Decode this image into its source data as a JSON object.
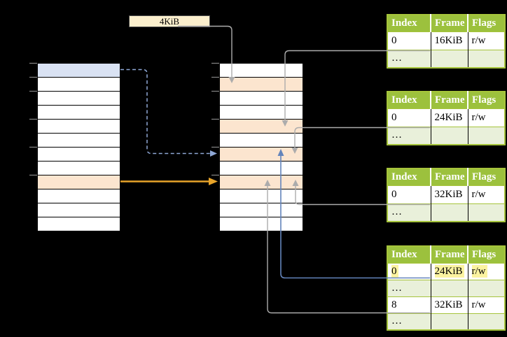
{
  "diagram": {
    "free_frame_label": "4KiB",
    "left_column": {
      "rows": 12,
      "blue_row_index": 0,
      "orange_row_index": 8,
      "tick_y_positions": [
        90,
        110,
        130,
        170,
        210,
        250
      ]
    },
    "middle_column": {
      "rows": 12,
      "orange_row_indexes": [
        1,
        4,
        6,
        8
      ],
      "tick_y_positions": [
        90,
        110,
        130,
        170,
        210,
        250
      ]
    }
  },
  "tables": [
    {
      "headers": [
        "Index",
        "Frame",
        "Flags"
      ],
      "rows": [
        {
          "cells": [
            "0",
            "16KiB",
            "r/w"
          ],
          "highlighted": false
        },
        {
          "cells": [
            "…",
            "",
            ""
          ],
          "highlighted": false
        }
      ]
    },
    {
      "headers": [
        "Index",
        "Frame",
        "Flags"
      ],
      "rows": [
        {
          "cells": [
            "0",
            "24KiB",
            "r/w"
          ],
          "highlighted": false
        },
        {
          "cells": [
            "…",
            "",
            ""
          ],
          "highlighted": false
        }
      ]
    },
    {
      "headers": [
        "Index",
        "Frame",
        "Flags"
      ],
      "rows": [
        {
          "cells": [
            "0",
            "32KiB",
            "r/w"
          ],
          "highlighted": false
        },
        {
          "cells": [
            "…",
            "",
            ""
          ],
          "highlighted": false
        }
      ]
    },
    {
      "headers": [
        "Index",
        "Frame",
        "Flags"
      ],
      "rows": [
        {
          "cells": [
            "0",
            "24KiB",
            "r/w"
          ],
          "highlighted": true
        },
        {
          "cells": [
            "…",
            "",
            ""
          ],
          "highlighted": false
        },
        {
          "cells": [
            "8",
            "32KiB",
            "r/w"
          ],
          "highlighted": false
        },
        {
          "cells": [
            "…",
            "",
            ""
          ],
          "highlighted": false
        }
      ]
    }
  ],
  "colors": {
    "bg": "#000000",
    "blue-cell": "#D9E2F3",
    "orange-cell": "#FCE5CF",
    "cream": "#FBEFCD",
    "green": "#9CC13D",
    "green-border": "#A6C43B",
    "light-green": "#E9F0DA",
    "hl": "#FBF3A0",
    "gray-arrow": "#ACACAC",
    "blue-arrow": "#6384BB",
    "blue-dash": "#8FA8D6",
    "orange-arrow": "#E8A42A",
    "tick": "#7F7F7F"
  }
}
